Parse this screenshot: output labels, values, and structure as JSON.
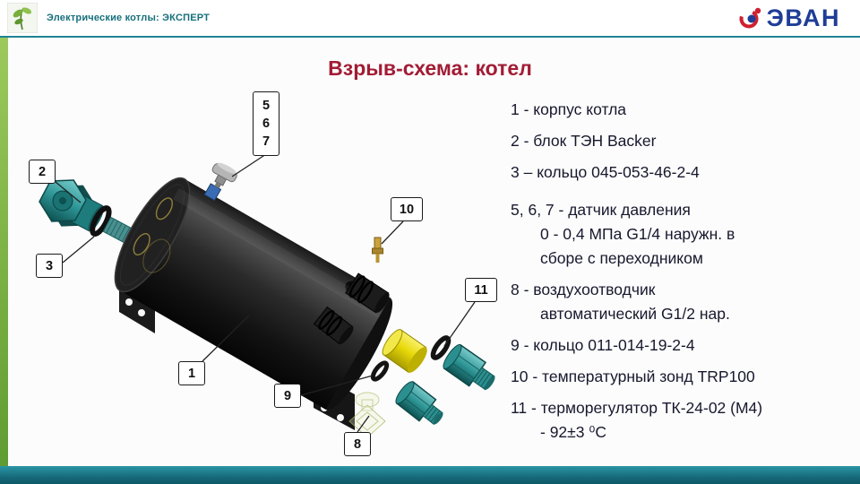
{
  "header": {
    "breadcrumb": "Электрические котлы: ЭКСПЕРТ",
    "brand": "ЭВАН",
    "logo_icon": "leaf-icon",
    "brand_icon": "evan-swirl-icon"
  },
  "slide": {
    "title": "Взрыв-схема: котел"
  },
  "diagram": {
    "callouts": {
      "n1": "1",
      "n2": "2",
      "n3": "3",
      "n5": "5",
      "n6": "6",
      "n7": "7",
      "n8": "8",
      "n9": "9",
      "n10": "10",
      "n11": "11"
    }
  },
  "legend": {
    "items": [
      "1 - корпус котла",
      "2 - блок ТЭН Backer",
      "3 – кольцо 045-053-46-2-4",
      "5, 6, 7 - датчик давления",
      "0 - 0,4 МПа G1/4 наружн. в",
      "сборе с переходником",
      "8 - воздухоотводчик",
      "автоматический G1/2 нар.",
      "9 - кольцо 011-014-19-2-4",
      "10 - температурный зонд TRP100",
      "11 - терморегулятор ТК-24-02 (М4)",
      "- 92±3 ⁰С"
    ]
  },
  "colors": {
    "accent_teal": "#1e8494",
    "title_red": "#a21c35",
    "stripe_green": "#76b043",
    "brand_blue": "#1f3d96",
    "fitting_teal": "#2d9494",
    "part_yellow": "#e8d90a"
  }
}
